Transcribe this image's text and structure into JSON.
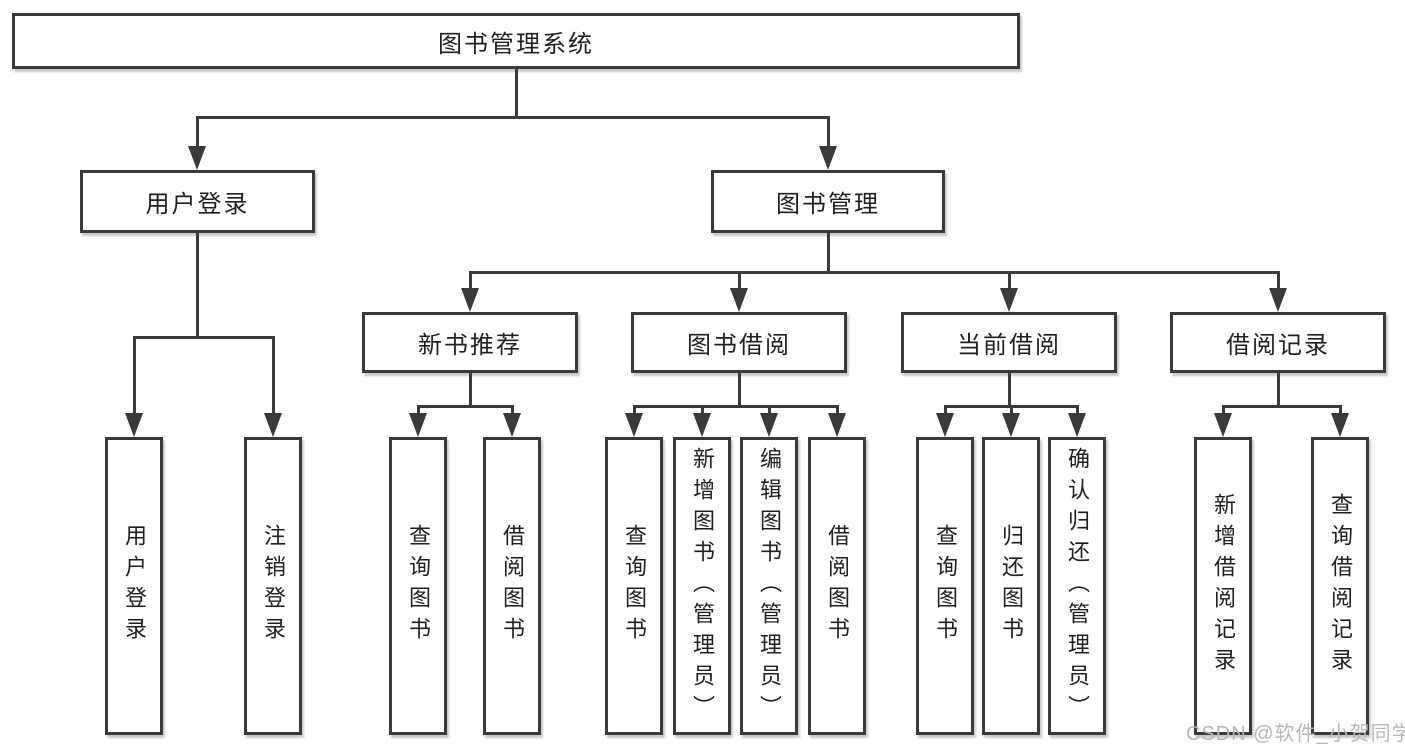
{
  "diagram": {
    "root": {
      "label": "图书管理系统"
    },
    "level2": [
      {
        "label": "用户登录"
      },
      {
        "label": "图书管理"
      }
    ],
    "level3": [
      {
        "label": "新书推荐"
      },
      {
        "label": "图书借阅"
      },
      {
        "label": "当前借阅"
      },
      {
        "label": "借阅记录"
      }
    ],
    "leaves": {
      "user_login": [
        "用户登录",
        "注销登录"
      ],
      "new_books": [
        "查询图书",
        "借阅图书"
      ],
      "book_borrow": [
        "查询图书",
        "新增图书（管理员）",
        "编辑图书（管理员）",
        "借阅图书"
      ],
      "current_borrow": [
        "查询图书",
        "归还图书",
        "确认归还（管理员）"
      ],
      "borrow_records": [
        "新增借阅记录",
        "查询借阅记录"
      ]
    }
  },
  "watermark": {
    "text": "CSDN @软件_小贺同学"
  },
  "colors": {
    "line": "#3a3a3a",
    "text": "#1f1f1f",
    "box_background": "#ffffff",
    "watermark": "#b8b8b8"
  }
}
